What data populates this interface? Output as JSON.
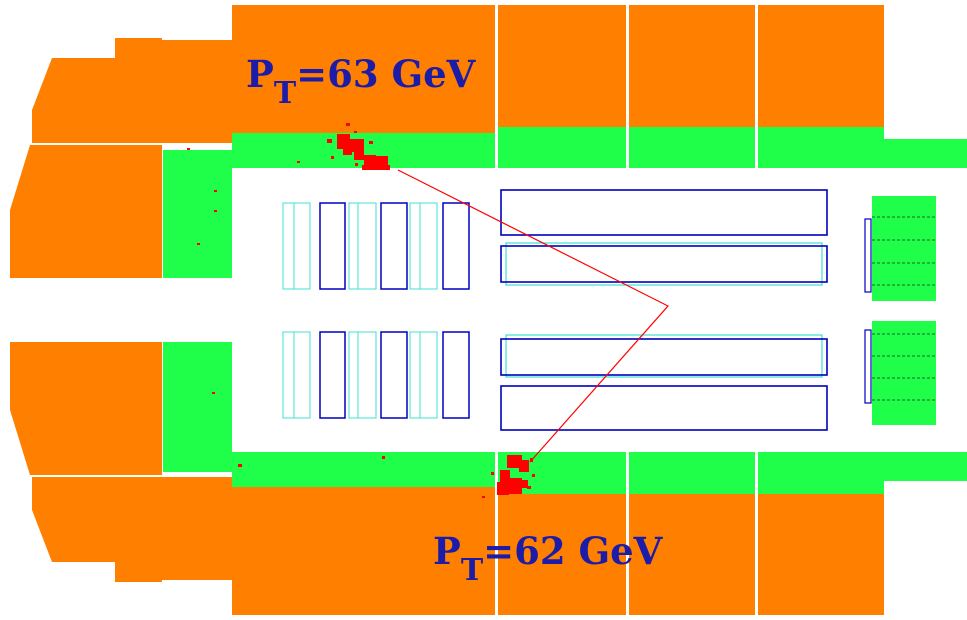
{
  "colors": {
    "hadronic": "#ff8000",
    "electromagnetic": "#1fff4a",
    "energy_deposit": "#ff0000",
    "track": "#ff0000",
    "tracker_outer": "#0000c0",
    "tracker_inner": "#40e0d0",
    "label": "#1c1ca8",
    "background": "#ffffff"
  },
  "labels": {
    "top": {
      "p": "P",
      "sub": "T",
      "value": "=63 GeV"
    },
    "bottom": {
      "p": "P",
      "sub": "T",
      "value": "=62 GeV"
    }
  }
}
